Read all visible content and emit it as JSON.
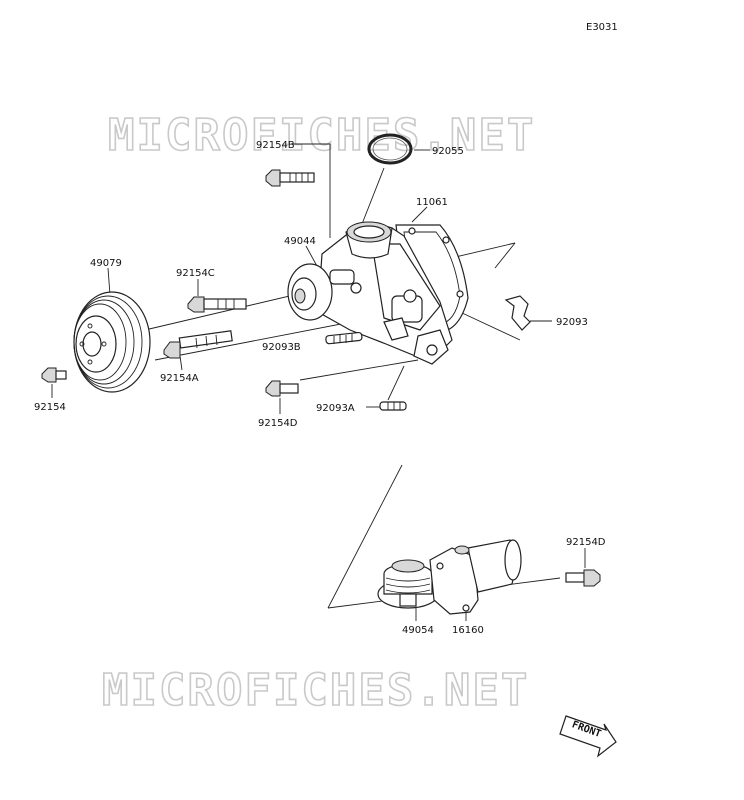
{
  "diagram": {
    "code": "E3031",
    "watermark": "MICROFICHES.NET",
    "front_label": "FRONT",
    "labels": {
      "p92154B": "92154B",
      "p92055": "92055",
      "p11061": "11061",
      "p49044": "49044",
      "p49079": "49079",
      "p92154C": "92154C",
      "p92093": "92093",
      "p92093B": "92093B",
      "p92154A": "92154A",
      "p92154": "92154",
      "p92154D_top": "92154D",
      "p92093A": "92093A",
      "p92154D_bot": "92154D",
      "p49054": "49054",
      "p16160": "16160"
    }
  }
}
